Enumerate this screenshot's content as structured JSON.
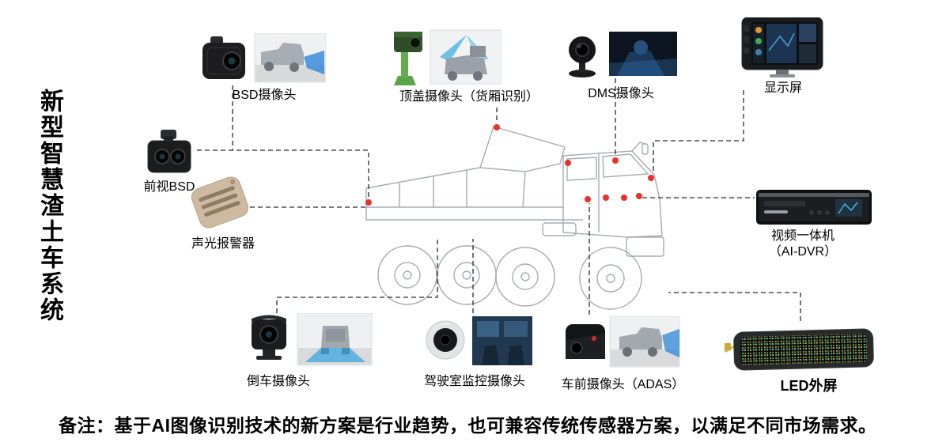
{
  "page": {
    "title": "新型智慧渣土车系统",
    "note": "备注：基于AI图像识别技术的新方案是行业趋势，也可兼容传统传感器方案，以满足不同市场需求。"
  },
  "components": {
    "bsd": {
      "label": "BSD摄像头"
    },
    "top_cover": {
      "label": "顶盖摄像头（货厢识别）"
    },
    "dms": {
      "label": "DMS摄像头"
    },
    "display": {
      "label": "显示屏"
    },
    "front_bsd": {
      "label": "前视BSD"
    },
    "alarm": {
      "label": "声光报警器"
    },
    "dvr": {
      "label": "视频一体机",
      "sublabel": "（AI-DVR）"
    },
    "rear_cam": {
      "label": "倒车摄像头"
    },
    "cab_cam": {
      "label": "驾驶室监控摄像头"
    },
    "front_cam": {
      "label": "车前摄像头（ADAS）"
    },
    "led": {
      "label": "LED外屏"
    }
  },
  "colors": {
    "sensor_dot": "#e8312a",
    "connector_line": "#2a2a2a",
    "truck_outline": "#a6aab0",
    "detection_blue": "#2f86d8",
    "camera_green": "#5aa348",
    "led_cable_yellow": "#d9b94d"
  }
}
